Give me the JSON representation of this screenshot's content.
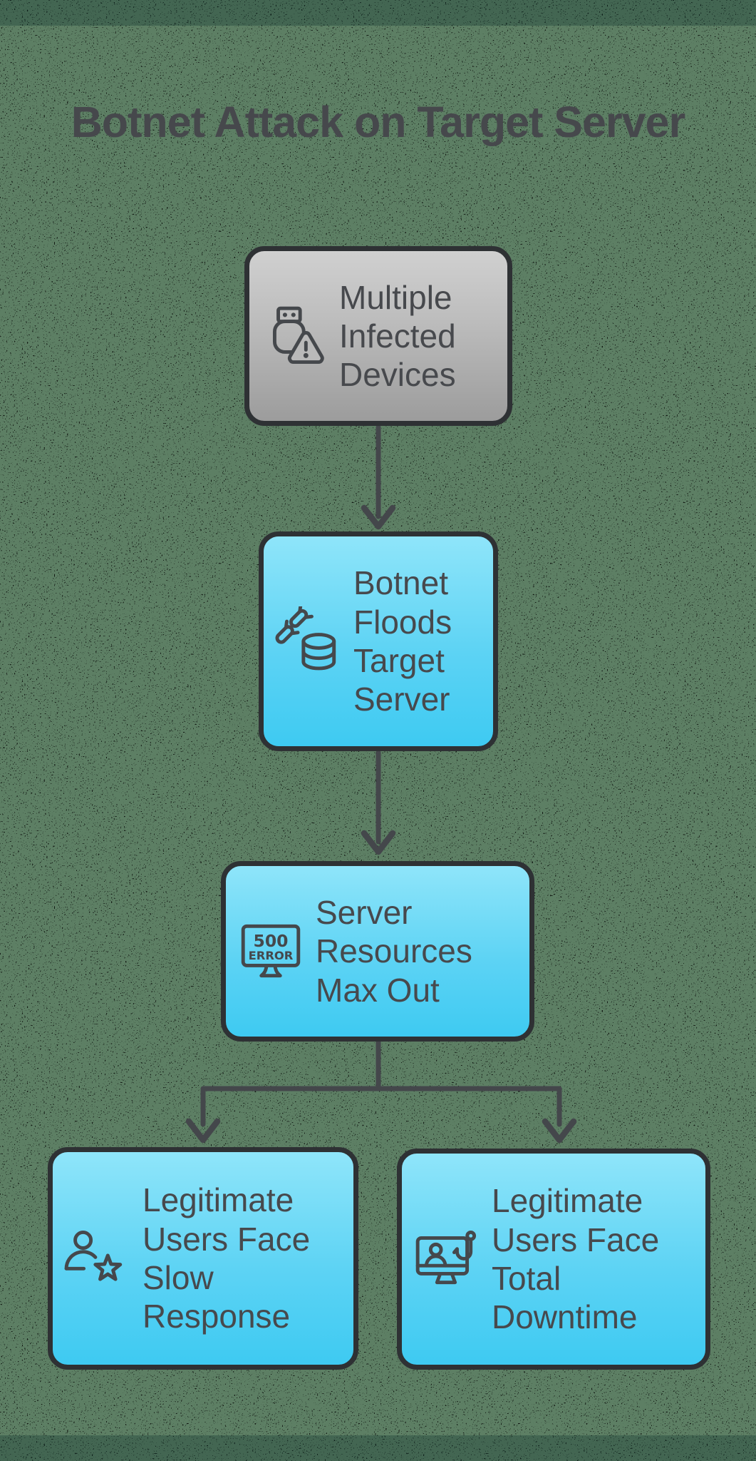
{
  "title": "Botnet Attack on Target Server",
  "colors": {
    "background_green": "#5d7f64",
    "noise_speckle": "#000000",
    "box_border": "#2e3134",
    "gray_box_gradient_top": "#d0d0d0",
    "gray_box_gradient_bottom": "#9c9c9c",
    "cyan_box_gradient_top": "#8fe5fa",
    "cyan_box_gradient_bottom": "#3ecaf2",
    "arrow": "#44474b",
    "text": "#47494d"
  },
  "nodes": [
    {
      "id": "multiple-infected-devices",
      "label": [
        "Multiple",
        "Infected",
        "Devices"
      ],
      "icon": "usb-warning-icon",
      "variant": "gray"
    },
    {
      "id": "botnet-floods-target-server",
      "label": [
        "Botnet",
        "Floods",
        "Target",
        "Server"
      ],
      "icon": "bombs-database-icon",
      "variant": "cyan"
    },
    {
      "id": "server-resources-max-out",
      "label": [
        "Server",
        "Resources",
        "Max Out"
      ],
      "icon": "monitor-500-error-icon",
      "variant": "cyan"
    },
    {
      "id": "legitimate-users-slow-response",
      "label": [
        "Legitimate",
        "Users Face",
        "Slow",
        "Response"
      ],
      "icon": "user-star-icon",
      "variant": "cyan"
    },
    {
      "id": "legitimate-users-total-downtime",
      "label": [
        "Legitimate",
        "Users Face",
        "Total",
        "Downtime"
      ],
      "icon": "monitor-phishing-icon",
      "variant": "cyan"
    }
  ],
  "edges": [
    {
      "from": "multiple-infected-devices",
      "to": "botnet-floods-target-server"
    },
    {
      "from": "botnet-floods-target-server",
      "to": "server-resources-max-out"
    },
    {
      "from": "server-resources-max-out",
      "to": "legitimate-users-slow-response"
    },
    {
      "from": "server-resources-max-out",
      "to": "legitimate-users-total-downtime"
    }
  ],
  "monitor_error_text": {
    "line1": "500",
    "line2": "ERROR"
  }
}
